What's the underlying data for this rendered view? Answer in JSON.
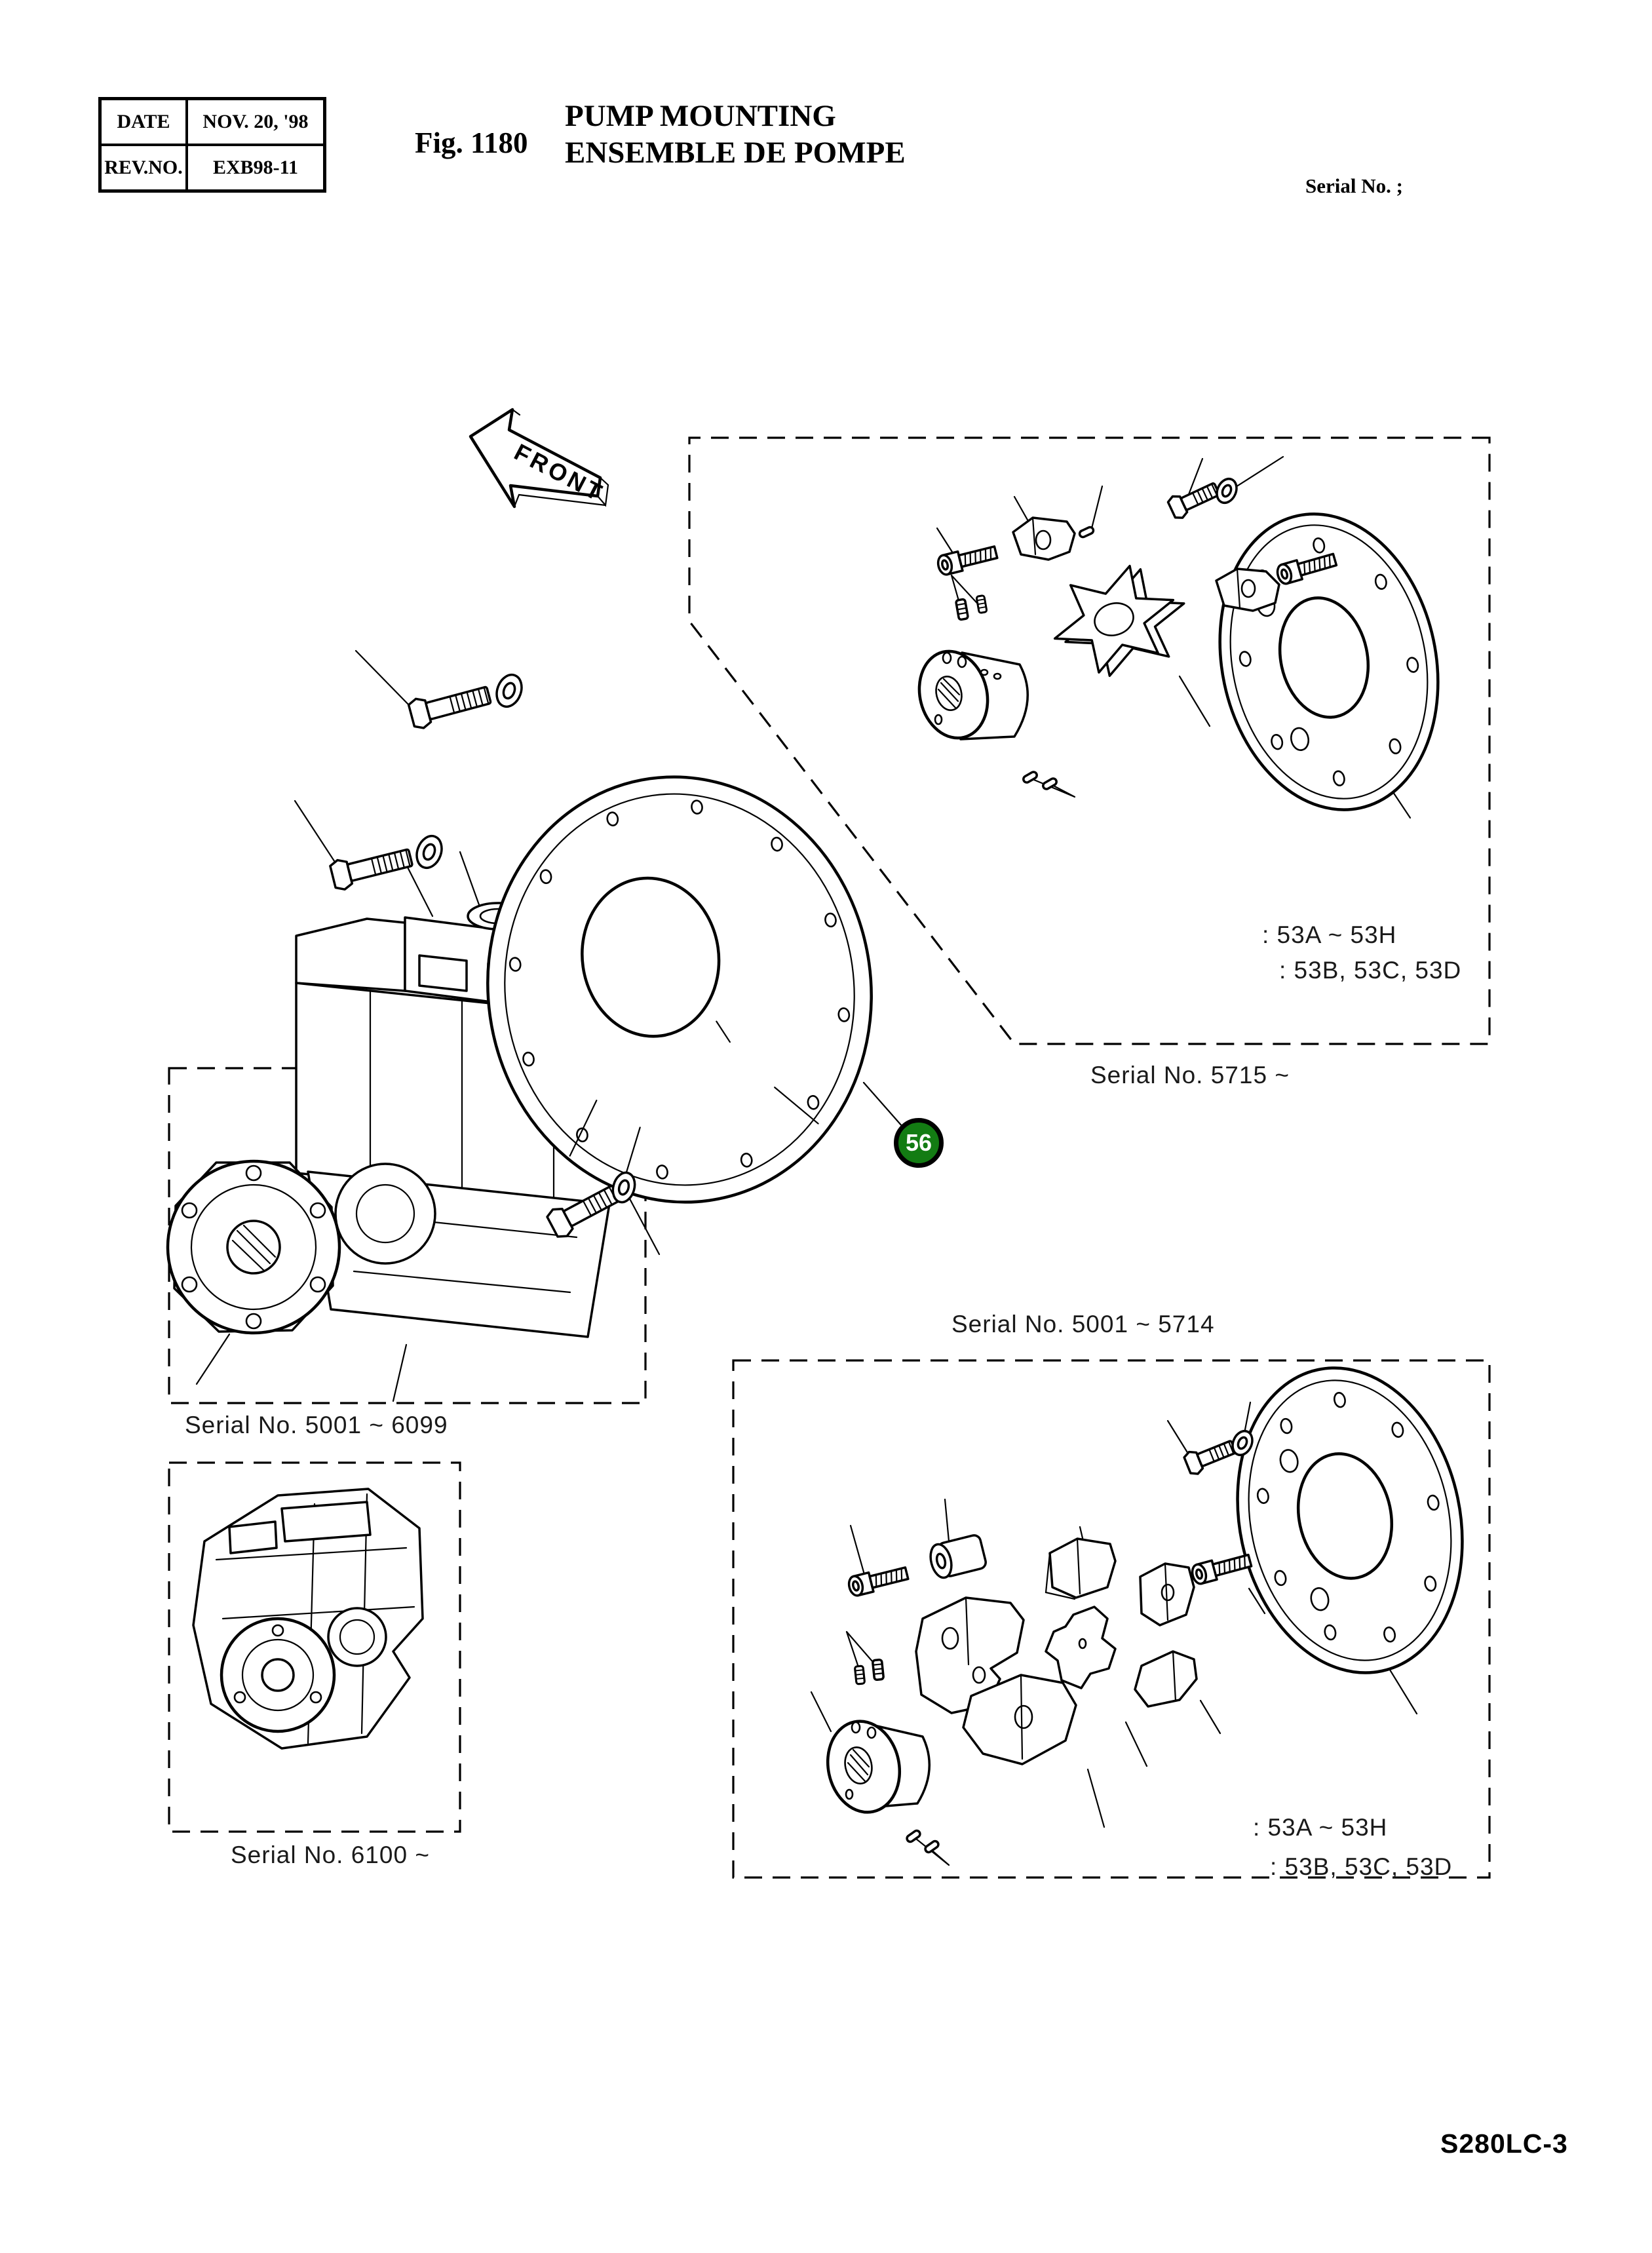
{
  "header": {
    "table": {
      "rows": [
        {
          "label": "DATE",
          "value": "NOV.  20, '98"
        },
        {
          "label": "REV.NO.",
          "value": "EXB98-11"
        }
      ]
    },
    "figure_label": "Fig. 1180",
    "title_line1": "PUMP MOUNTING",
    "title_line2": "ENSEMBLE DE POMPE",
    "serial_note": "Serial No. ;"
  },
  "diagram": {
    "front_arrow_label": "FRONT",
    "part_callout": {
      "number": "56",
      "color": "#137c13"
    },
    "top_box": {
      "label_53a": ": 53A ~ 53H",
      "label_53bcd": ": 53B, 53C, 53D",
      "caption": "Serial No. 5715 ~"
    },
    "bottom_right_box": {
      "caption": "Serial No. 5001 ~ 5714",
      "label_53a": ": 53A ~ 53H",
      "label_53bcd": ": 53B, 53C, 53D"
    },
    "left_box_caption": "Serial No. 5001 ~ 6099",
    "bottom_left_box_caption": "Serial No. 6100 ~"
  },
  "footer": {
    "model_code": "S280LC-3"
  }
}
